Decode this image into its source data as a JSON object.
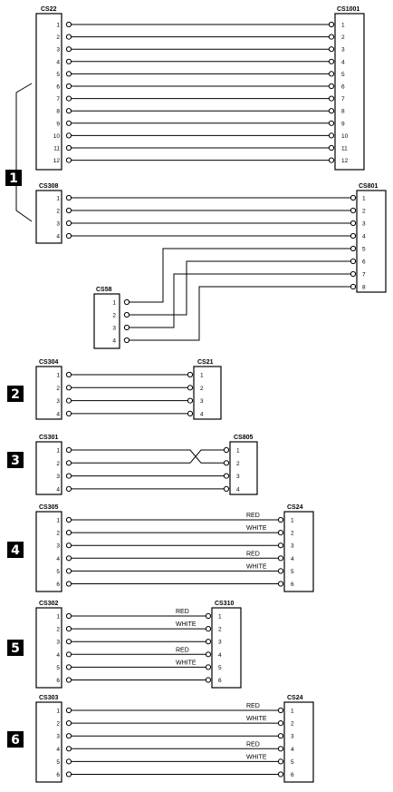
{
  "groups": [
    {
      "step": "1",
      "connectors": {
        "CS22": "CS22",
        "CS1001": "CS1001",
        "CS308": "CS308",
        "CS801": "CS801",
        "CS58": "CS58"
      },
      "pins_1_12": [
        "1",
        "2",
        "3",
        "4",
        "5",
        "6",
        "7",
        "8",
        "9",
        "10",
        "11",
        "12"
      ],
      "pins_1_8": [
        "1",
        "2",
        "3",
        "4",
        "5",
        "6",
        "7",
        "8"
      ],
      "pins_1_4": [
        "1",
        "2",
        "3",
        "4"
      ]
    },
    {
      "step": "2",
      "left": "CS304",
      "right": "CS21",
      "pins": [
        "1",
        "2",
        "3",
        "4"
      ]
    },
    {
      "step": "3",
      "left": "CS301",
      "right": "CS805",
      "pins": [
        "1",
        "2",
        "3",
        "4"
      ]
    },
    {
      "step": "4",
      "left": "CS305",
      "right": "CS24",
      "pins": [
        "1",
        "2",
        "3",
        "4",
        "5",
        "6"
      ],
      "wire_labels": [
        "RED",
        "WHITE",
        "",
        "RED",
        "WHITE",
        ""
      ]
    },
    {
      "step": "5",
      "left": "CS302",
      "right": "CS310",
      "pins": [
        "1",
        "2",
        "3",
        "4",
        "5",
        "6"
      ],
      "wire_labels": [
        "RED",
        "WHITE",
        "",
        "RED",
        "WHITE",
        ""
      ]
    },
    {
      "step": "6",
      "left": "CS303",
      "right": "CS24",
      "pins": [
        "1",
        "2",
        "3",
        "4",
        "5",
        "6"
      ],
      "wire_labels": [
        "RED",
        "WHITE",
        "",
        "RED",
        "WHITE",
        ""
      ]
    }
  ]
}
